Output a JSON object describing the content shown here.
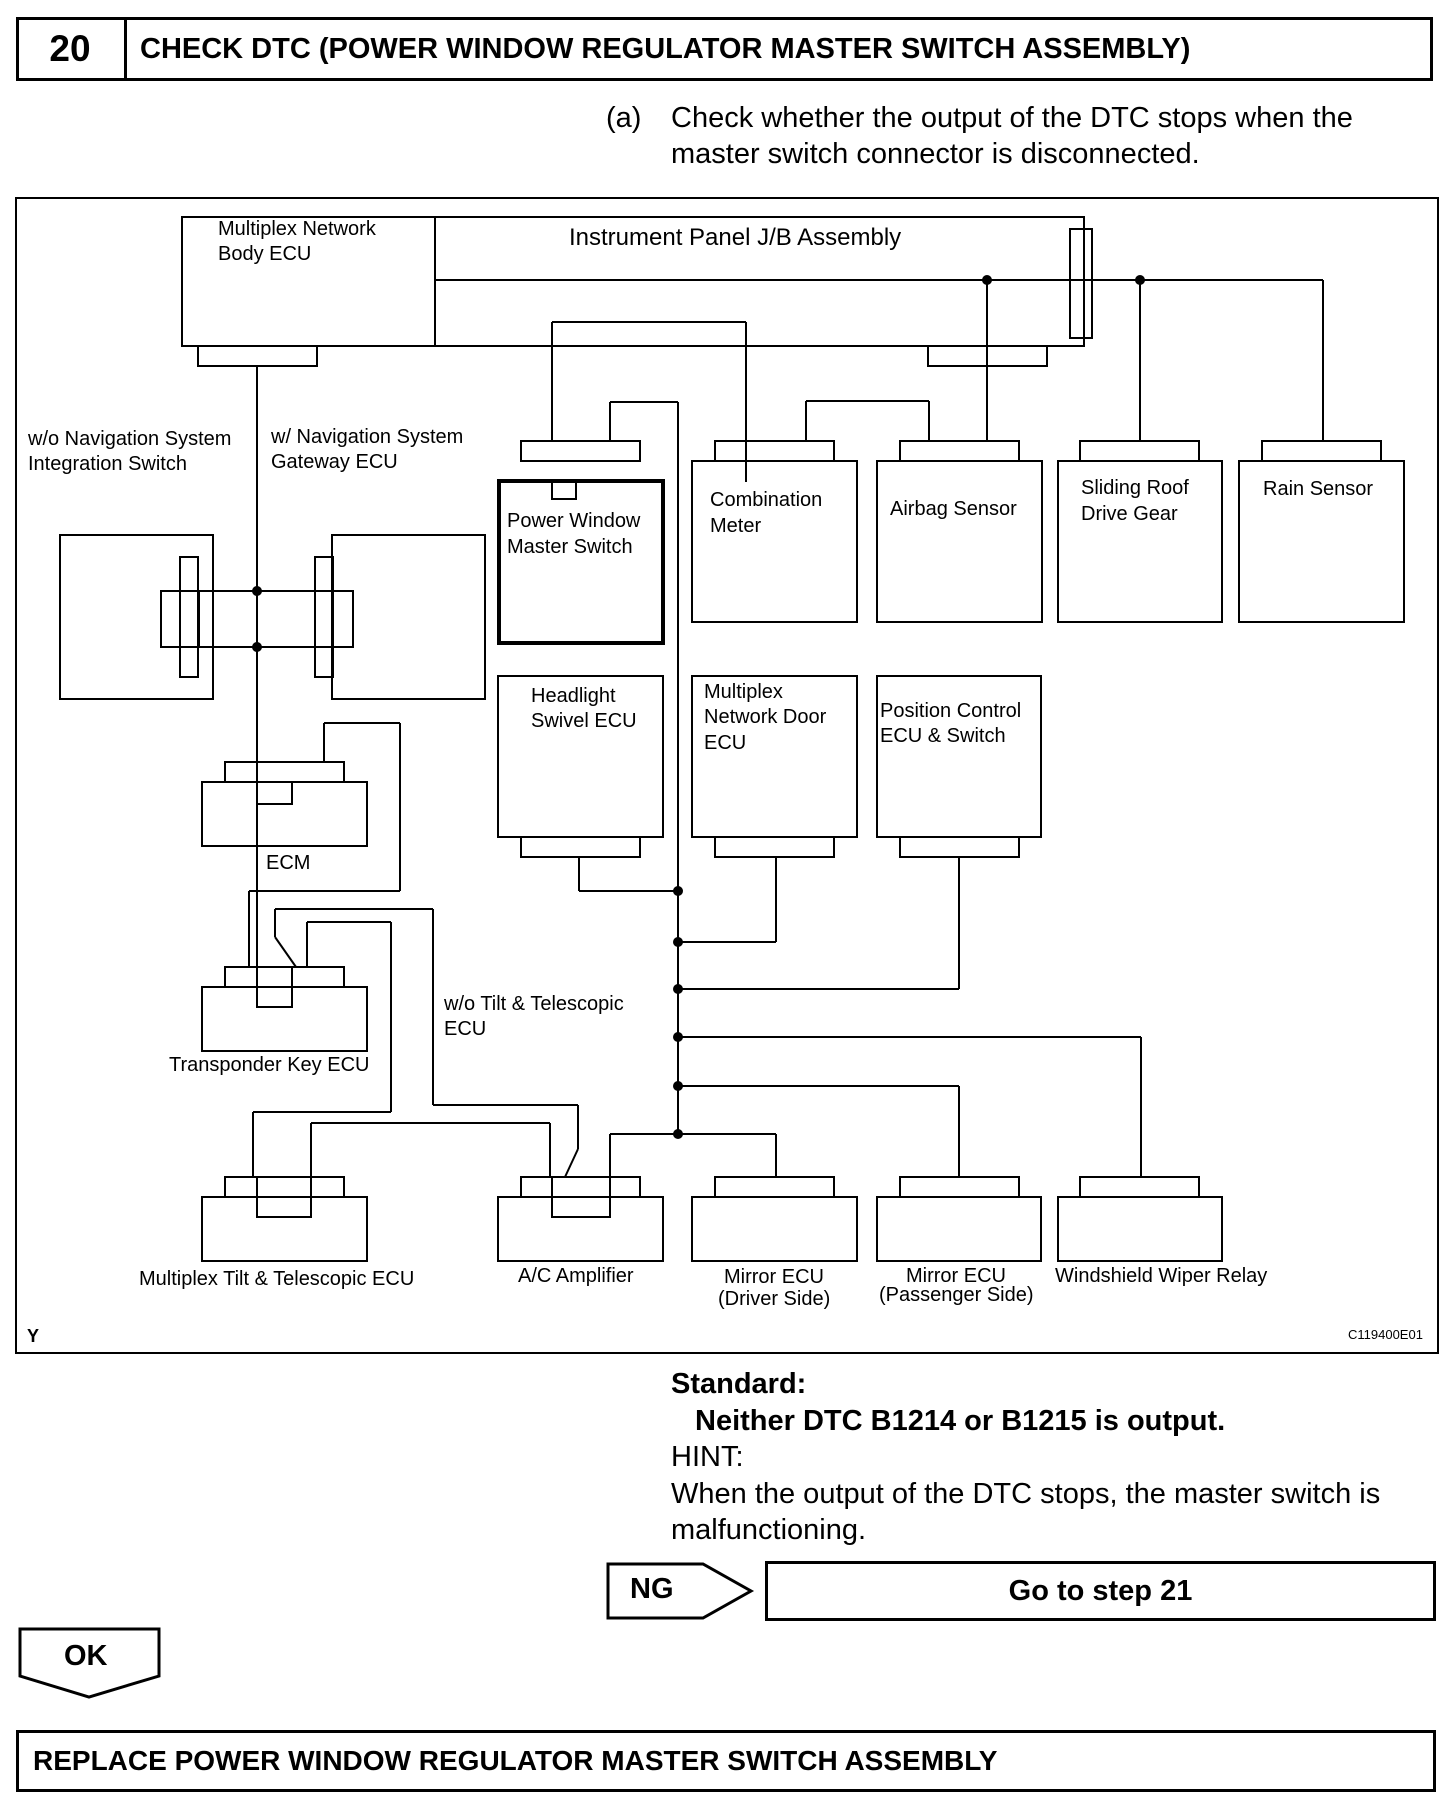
{
  "step": {
    "number": "20",
    "title": "CHECK DTC (POWER WINDOW REGULATOR MASTER SWITCH ASSEMBLY)"
  },
  "instruction": {
    "marker": "(a)",
    "line1": "Check whether the output of the DTC stops when the",
    "line2": "master switch connector is disconnected."
  },
  "diagram": {
    "jb_title": "Instrument Panel J/B Assembly",
    "body_ecu_l1": "Multiplex Network",
    "body_ecu_l2": "Body ECU",
    "wo_nav_l1": "w/o Navigation System",
    "wo_nav_l2": "Integration Switch",
    "w_nav_l1": "w/ Navigation System",
    "w_nav_l2": "Gateway ECU",
    "pwms_l1": "Power Window",
    "pwms_l2": "Master Switch",
    "combo_l1": "Combination",
    "combo_l2": "Meter",
    "airbag": "Airbag Sensor",
    "sliding_l1": "Sliding Roof",
    "sliding_l2": "Drive Gear",
    "rain": "Rain Sensor",
    "headlight_l1": "Headlight",
    "headlight_l2": "Swivel ECU",
    "door_l1": "Multiplex",
    "door_l2": "Network Door",
    "door_l3": "ECU",
    "position_l1": "Position Control",
    "position_l2": "ECU & Switch",
    "ecm": "ECM",
    "transponder": "Transponder Key ECU",
    "wo_tilt_l1": "w/o Tilt & Telescopic",
    "wo_tilt_l2": "ECU",
    "tilt": "Multiplex Tilt & Telescopic ECU",
    "ac": "A/C Amplifier",
    "mirror_d_l1": "Mirror ECU",
    "mirror_d_l2": "(Driver Side)",
    "mirror_p_l1": "Mirror ECU",
    "mirror_p_l2": "(Passenger Side)",
    "wiper": "Windshield Wiper Relay",
    "corner_y": "Y",
    "figure_code": "C119400E01"
  },
  "standard": {
    "label": "Standard:",
    "value": "Neither DTC B1214 or B1215 is output."
  },
  "hint": {
    "label": "HINT:",
    "line1": "When the output of the DTC stops, the master switch is",
    "line2": "malfunctioning."
  },
  "ng": {
    "label": "NG",
    "target": "Go to step 21"
  },
  "ok": {
    "label": "OK"
  },
  "final_action": "REPLACE POWER WINDOW REGULATOR MASTER SWITCH ASSEMBLY"
}
